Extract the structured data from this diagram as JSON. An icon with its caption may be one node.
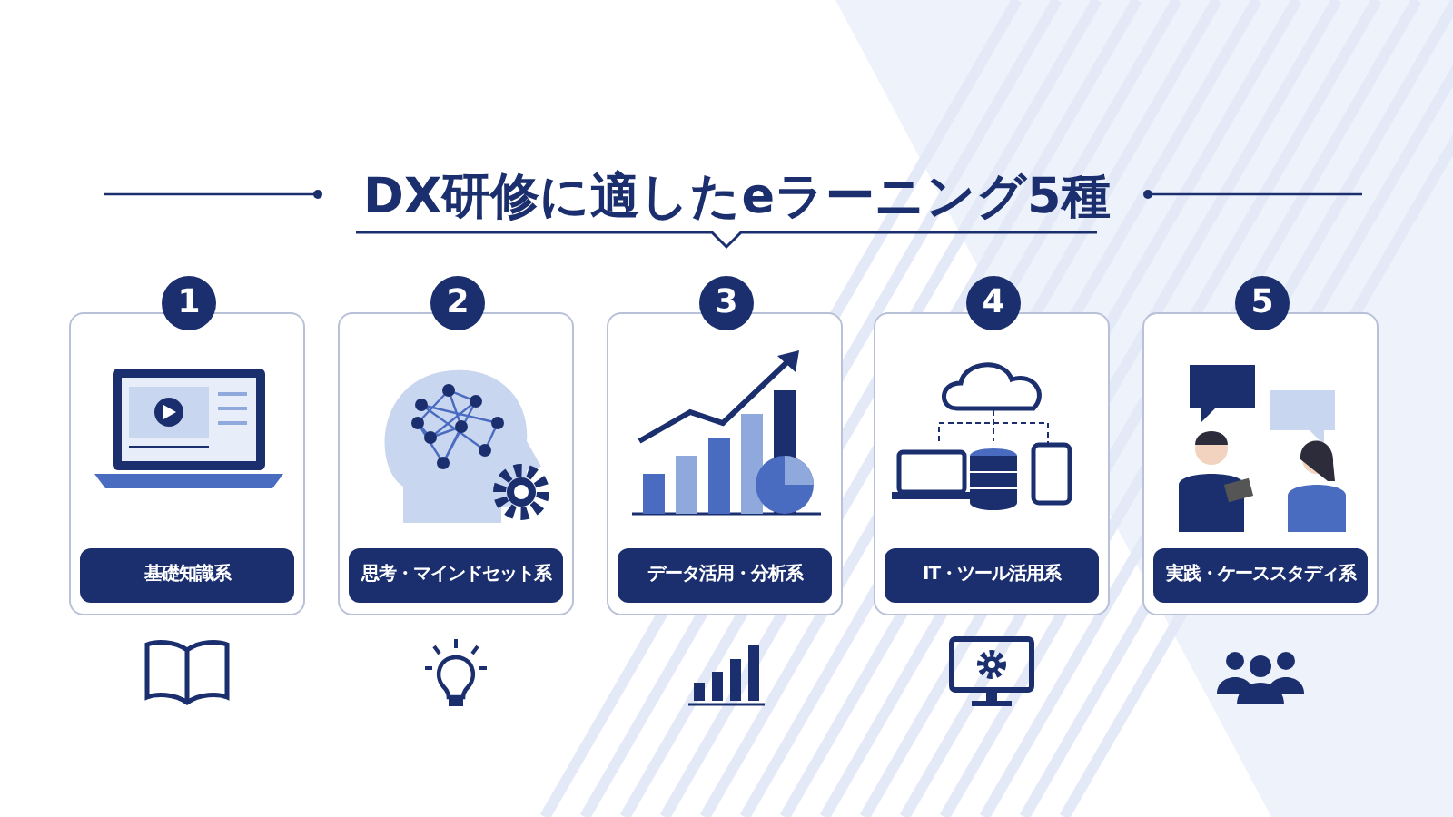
{
  "diagram": {
    "title": "DX研修に適したeラーニング5種",
    "nodes": [
      {
        "text": [
          "1",
          "基礎知識系"
        ]
      },
      {
        "text": [
          "2",
          "思考・マインドセット系"
        ]
      },
      {
        "text": [
          "3",
          "データ活用・分析系"
        ]
      },
      {
        "text": [
          "4",
          "IT・ツール活用系"
        ]
      },
      {
        "text": [
          "5",
          "実践・ケーススタディ系"
        ]
      }
    ]
  }
}
